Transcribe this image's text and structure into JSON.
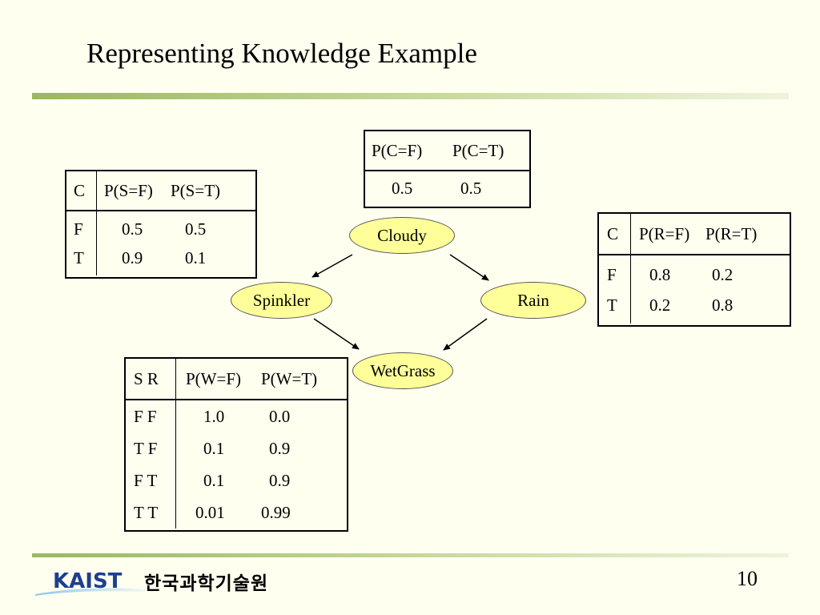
{
  "slide": {
    "title": "Representing Knowledge Example",
    "page_number": "10",
    "footer": {
      "logo_text": "KAIST",
      "institute_korean": "한국과학기술원"
    }
  },
  "nodes": {
    "cloudy": "Cloudy",
    "sprinkler": "Spinkler",
    "rain": "Rain",
    "wetgrass": "WetGrass"
  },
  "tables": {
    "cloudy": {
      "headers": [
        "P(C=F)",
        "P(C=T)"
      ],
      "rows": [
        [
          "0.5",
          "0.5"
        ]
      ]
    },
    "sprinkler": {
      "key_header": "C",
      "headers": [
        "P(S=F)",
        "P(S=T)"
      ],
      "rows": [
        {
          "key": "F",
          "values": [
            "0.5",
            "0.5"
          ]
        },
        {
          "key": "T",
          "values": [
            "0.9",
            "0.1"
          ]
        }
      ]
    },
    "rain": {
      "key_header": "C",
      "headers": [
        "P(R=F)",
        "P(R=T)"
      ],
      "rows": [
        {
          "key": "F",
          "values": [
            "0.8",
            "0.2"
          ]
        },
        {
          "key": "T",
          "values": [
            "0.2",
            "0.8"
          ]
        }
      ]
    },
    "wetgrass": {
      "key_header": "S R",
      "headers": [
        "P(W=F)",
        "P(W=T)"
      ],
      "rows": [
        {
          "key": "F F",
          "values": [
            "1.0",
            "0.0"
          ]
        },
        {
          "key": "T F",
          "values": [
            "0.1",
            "0.9"
          ]
        },
        {
          "key": "F T",
          "values": [
            "0.1",
            "0.9"
          ]
        },
        {
          "key": "T T",
          "values": [
            "0.01",
            "0.99"
          ]
        }
      ]
    }
  },
  "colors": {
    "background": "#fffff0",
    "node_fill": "#ffff99",
    "rule_green": "#9ab85e",
    "logo_blue": "#1d3f8f"
  }
}
